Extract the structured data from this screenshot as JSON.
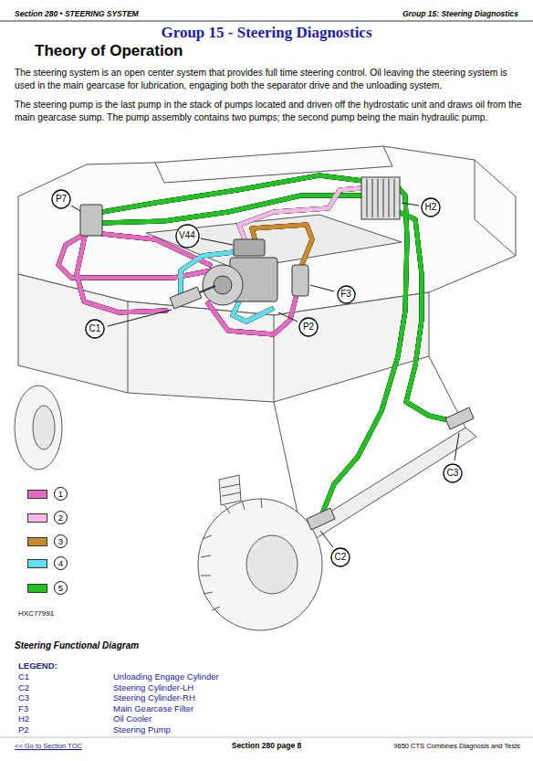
{
  "diagram": {
    "title": "Group 15 - Steering Diagnostics",
    "caption": "Steering Functional Diagram",
    "nodes": [
      {
        "text": [
          "P7"
        ]
      },
      {
        "text": [
          "H2"
        ]
      },
      {
        "text": [
          "V44"
        ]
      },
      {
        "text": [
          "F3"
        ]
      },
      {
        "text": [
          "C1"
        ]
      },
      {
        "text": [
          "P2"
        ]
      },
      {
        "text": [
          "C3"
        ]
      },
      {
        "text": [
          "C2"
        ]
      }
    ],
    "labels": [
      "Section 280 • STEERING SYSTEM",
      "Group 15: Steering Diagnostics",
      "Theory of Operation",
      "The steering system is an open center system that provides full time steering control. Oil leaving the steering system is used in the main gearcase for lubrication, engaging both the separator drive and the unloading system.",
      "The steering pump is the last pump in the stack of pumps located and driven off the hydrostatic unit and draws oil from the main gearcase sump. The pump assembly contains two pumps; the second pump being the main hydraulic pump.",
      "HXC77991",
      "LEGEND:",
      "C1",
      "Unloading Engage Cylinder",
      "C2",
      "Steering Cylinder-LH",
      "C3",
      "Steering Cylinder-RH",
      "F3",
      "Main Gearcase Filter",
      "H2",
      "Oil Cooler",
      "P2",
      "Steering Pump",
      "<< Go to Section TOC",
      "Section 280 page 8",
      "9650 CTS Combines Diagnosis and Tests"
    ],
    "legend": [
      {
        "text": "1",
        "color": "#e46bc0"
      },
      {
        "text": "2",
        "color": "#f5b9e8"
      },
      {
        "text": "3",
        "color": "#c98a2c"
      },
      {
        "text": "4",
        "color": "#5fdfe9"
      },
      {
        "text": "5",
        "color": "#22c224"
      }
    ]
  }
}
